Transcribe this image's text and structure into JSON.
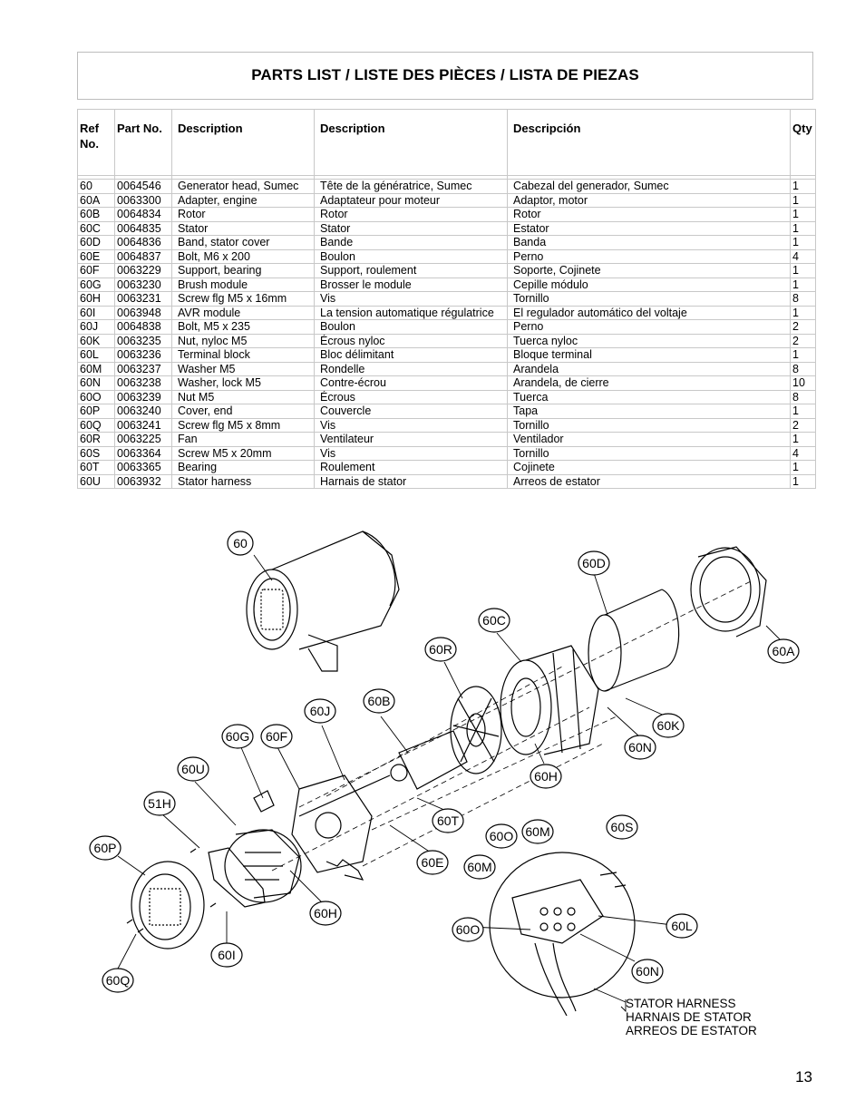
{
  "title": "PARTS LIST / LISTE DES PIÈCES / LISTA DE PIEZAS",
  "table": {
    "headers": {
      "ref": "Ref No.",
      "part": "Part No.",
      "desc_en": "Description",
      "desc_fr": "Description",
      "desc_es": "Descripción",
      "qty": "Qty"
    },
    "rows": [
      {
        "ref": "60",
        "part": "0064546",
        "en": "Generator head, Sumec",
        "fr": "Tête de la génératrice, Sumec",
        "es": "Cabezal del generador, Sumec",
        "qty": "1"
      },
      {
        "ref": "60A",
        "part": "0063300",
        "en": "Adapter, engine",
        "fr": "Adaptateur pour moteur",
        "es": "Adaptor, motor",
        "qty": "1"
      },
      {
        "ref": "60B",
        "part": "0064834",
        "en": "Rotor",
        "fr": "Rotor",
        "es": "Rotor",
        "qty": "1"
      },
      {
        "ref": "60C",
        "part": "0064835",
        "en": "Stator",
        "fr": "Stator",
        "es": "Estator",
        "qty": "1"
      },
      {
        "ref": "60D",
        "part": "0064836",
        "en": "Band, stator cover",
        "fr": "Bande",
        "es": "Banda",
        "qty": "1"
      },
      {
        "ref": "60E",
        "part": "0064837",
        "en": "Bolt, M6 x 200",
        "fr": "Boulon",
        "es": "Perno",
        "qty": "4"
      },
      {
        "ref": "60F",
        "part": "0063229",
        "en": "Support, bearing",
        "fr": "Support, roulement",
        "es": "Soporte, Cojinete",
        "qty": "1"
      },
      {
        "ref": "60G",
        "part": "0063230",
        "en": "Brush module",
        "fr": "Brosser le module",
        "es": "Cepille módulo",
        "qty": "1"
      },
      {
        "ref": "60H",
        "part": "0063231",
        "en": "Screw flg M5 x 16mm",
        "fr": "Vis",
        "es": "Tornillo",
        "qty": "8"
      },
      {
        "ref": "60I",
        "part": "0063948",
        "en": "AVR module",
        "fr": "La tension automatique régulatrice",
        "es": "El regulador automático del voltaje",
        "qty": "1"
      },
      {
        "ref": "60J",
        "part": "0064838",
        "en": "Bolt, M5 x 235",
        "fr": "Boulon",
        "es": "Perno",
        "qty": "2"
      },
      {
        "ref": "60K",
        "part": "0063235",
        "en": "Nut, nyloc M5",
        "fr": "Écrous nyloc",
        "es": "Tuerca nyloc",
        "qty": "2"
      },
      {
        "ref": "60L",
        "part": "0063236",
        "en": "Terminal block",
        "fr": "Bloc délimitant",
        "es": "Bloque terminal",
        "qty": "1"
      },
      {
        "ref": "60M",
        "part": "0063237",
        "en": "Washer M5",
        "fr": "Rondelle",
        "es": "Arandela",
        "qty": "8"
      },
      {
        "ref": "60N",
        "part": "0063238",
        "en": "Washer, lock M5",
        "fr": "Contre-écrou",
        "es": "Arandela, de cierre",
        "qty": "10"
      },
      {
        "ref": "60O",
        "part": "0063239",
        "en": "Nut M5",
        "fr": "Écrous",
        "es": "Tuerca",
        "qty": "8"
      },
      {
        "ref": "60P",
        "part": "0063240",
        "en": "Cover, end",
        "fr": "Couvercle",
        "es": "Tapa",
        "qty": "1"
      },
      {
        "ref": "60Q",
        "part": "0063241",
        "en": "Screw flg M5 x 8mm",
        "fr": "Vis",
        "es": "Tornillo",
        "qty": "2"
      },
      {
        "ref": "60R",
        "part": "0063225",
        "en": "Fan",
        "fr": "Ventilateur",
        "es": "Ventilador",
        "qty": "1"
      },
      {
        "ref": "60S",
        "part": "0063364",
        "en": "Screw M5 x 20mm",
        "fr": "Vis",
        "es": "Tornillo",
        "qty": "4"
      },
      {
        "ref": "60T",
        "part": "0063365",
        "en": "Bearing",
        "fr": "Roulement",
        "es": "Cojinete",
        "qty": "1"
      },
      {
        "ref": "60U",
        "part": "0063932",
        "en": "Stator harness",
        "fr": "Harnais de stator",
        "es": "Arreos de estator",
        "qty": "1"
      }
    ]
  },
  "diagram": {
    "callouts": [
      "60",
      "60D",
      "60C",
      "60A",
      "60R",
      "60J",
      "60B",
      "60K",
      "60N",
      "60G",
      "60F",
      "60H",
      "60U",
      "51H",
      "60T",
      "60S",
      "60O",
      "60M",
      "60P",
      "60E",
      "60M",
      "60L",
      "60O",
      "60H",
      "60I",
      "60N",
      "60Q"
    ],
    "harness_label": [
      "STATOR HARNESS",
      "HARNAIS DE STATOR",
      "ARREOS DE ESTATOR"
    ]
  },
  "page_number": "13"
}
